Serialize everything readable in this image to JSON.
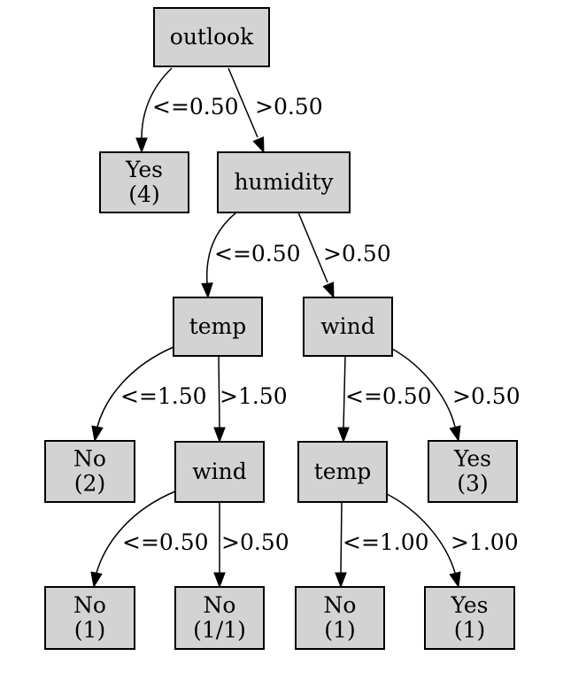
{
  "tree": {
    "nodes": [
      {
        "id": "outlook",
        "lines": [
          "outlook"
        ]
      },
      {
        "id": "yes4",
        "lines": [
          "Yes",
          "(4)"
        ]
      },
      {
        "id": "humidity",
        "lines": [
          "humidity"
        ]
      },
      {
        "id": "temp1",
        "lines": [
          "temp"
        ]
      },
      {
        "id": "wind1",
        "lines": [
          "wind"
        ]
      },
      {
        "id": "no2",
        "lines": [
          "No",
          "(2)"
        ]
      },
      {
        "id": "wind2",
        "lines": [
          "wind"
        ]
      },
      {
        "id": "temp2",
        "lines": [
          "temp"
        ]
      },
      {
        "id": "yes3",
        "lines": [
          "Yes",
          "(3)"
        ]
      },
      {
        "id": "no1a",
        "lines": [
          "No",
          "(1)"
        ]
      },
      {
        "id": "no11",
        "lines": [
          "No",
          "(1/1)"
        ]
      },
      {
        "id": "no1b",
        "lines": [
          "No",
          "(1)"
        ]
      },
      {
        "id": "yes1",
        "lines": [
          "Yes",
          "(1)"
        ]
      }
    ],
    "edges": [
      {
        "from": "outlook",
        "to": "yes4",
        "label": "<=0.50"
      },
      {
        "from": "outlook",
        "to": "humidity",
        "label": ">0.50"
      },
      {
        "from": "humidity",
        "to": "temp1",
        "label": "<=0.50"
      },
      {
        "from": "humidity",
        "to": "wind1",
        "label": ">0.50"
      },
      {
        "from": "temp1",
        "to": "no2",
        "label": "<=1.50"
      },
      {
        "from": "temp1",
        "to": "wind2",
        "label": ">1.50"
      },
      {
        "from": "wind1",
        "to": "temp2",
        "label": "<=0.50"
      },
      {
        "from": "wind1",
        "to": "yes3",
        "label": ">0.50"
      },
      {
        "from": "wind2",
        "to": "no1a",
        "label": "<=0.50"
      },
      {
        "from": "wind2",
        "to": "no11",
        "label": ">0.50"
      },
      {
        "from": "temp2",
        "to": "no1b",
        "label": "<=1.00"
      },
      {
        "from": "temp2",
        "to": "yes1",
        "label": ">1.00"
      }
    ]
  }
}
